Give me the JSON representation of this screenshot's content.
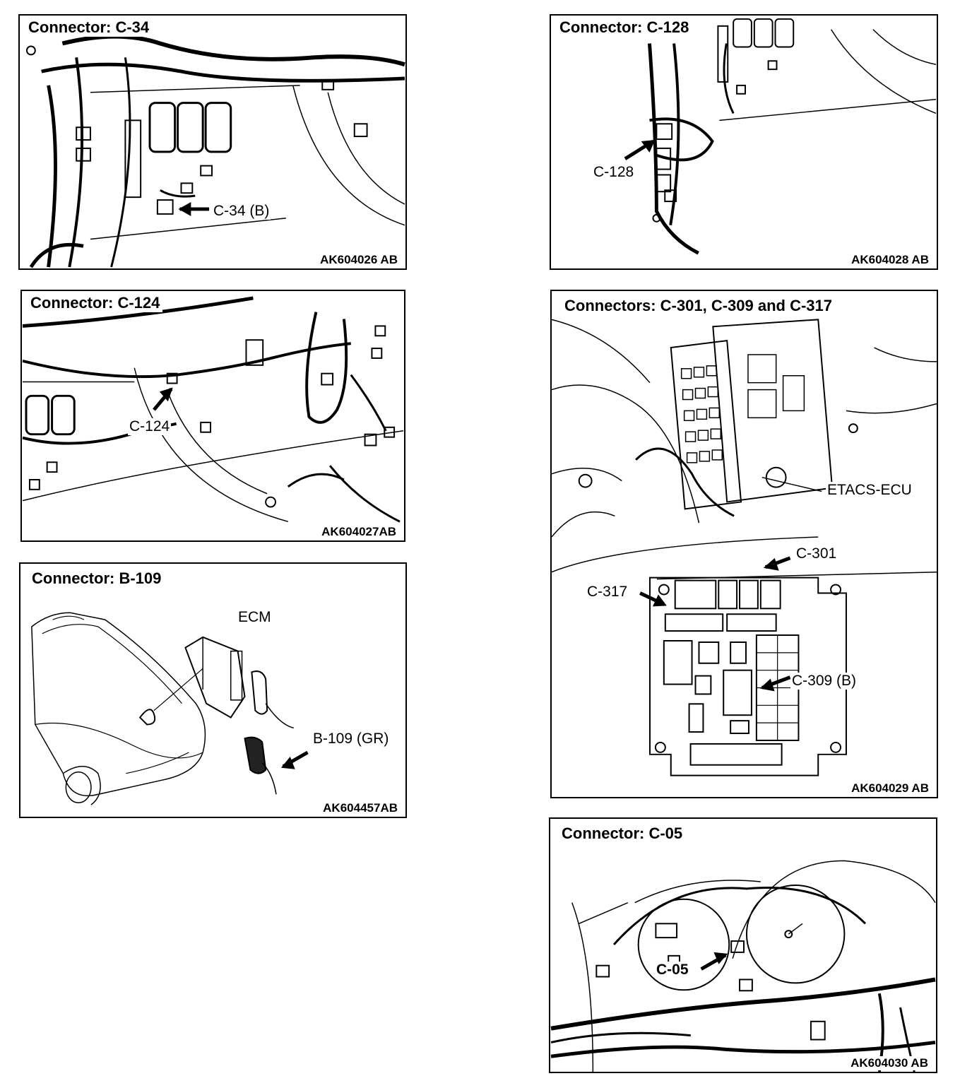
{
  "panels": {
    "c34": {
      "title": "Connector: C-34",
      "labels": {
        "connector": "C-34 (B)"
      },
      "code": "AK604026 AB"
    },
    "c128": {
      "title": "Connector: C-128",
      "labels": {
        "connector": "C-128"
      },
      "code": "AK604028 AB"
    },
    "c124": {
      "title": "Connector: C-124",
      "labels": {
        "connector": "C-124"
      },
      "code": "AK604027AB"
    },
    "c301": {
      "title": "Connectors: C-301, C-309 and C-317",
      "labels": {
        "etacs": "ETACS-ECU",
        "c301": "C-301",
        "c317": "C-317",
        "c309": "C-309 (B)"
      },
      "code": "AK604029 AB"
    },
    "b109": {
      "title": "Connector: B-109",
      "labels": {
        "ecm": "ECM",
        "connector": "B-109 (GR)"
      },
      "code": "AK604457AB"
    },
    "c05": {
      "title": "Connector: C-05",
      "labels": {
        "connector": "C-05"
      },
      "code": "AK604030 AB"
    }
  }
}
